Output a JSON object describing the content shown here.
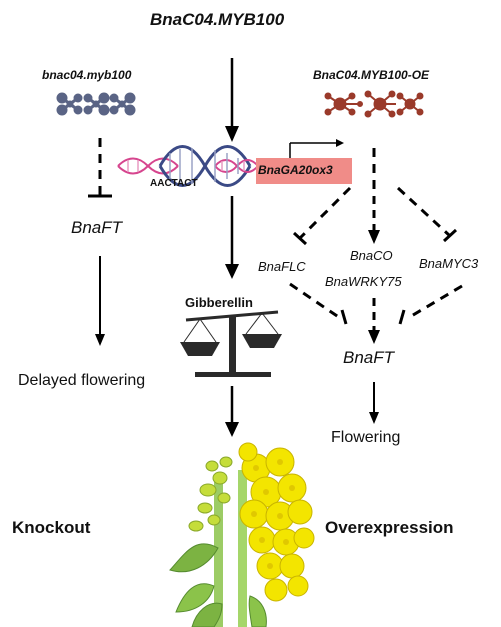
{
  "title": "BnaC04.MYB100",
  "left": {
    "header": "bnac04.myb100",
    "gene": "BnaFT",
    "outcome": "Delayed flowering",
    "section_label": "Knockout"
  },
  "right": {
    "header": "BnaC04.MYB100-OE",
    "targets": {
      "flc": "BnaFLC",
      "co": "BnaCO",
      "wrky": "BnaWRKY75",
      "myc": "BnaMYC3"
    },
    "gene": "BnaFT",
    "outcome": "Flowering",
    "section_label": "Overexpression"
  },
  "center": {
    "motif": "AACTACT",
    "promoter_gene": "BnaGA20ox3",
    "hormone": "Gibberellin"
  },
  "colors": {
    "knockout_protein": "#5a6485",
    "overexpression_protein": "#9a3a2a",
    "gene_box": "#f08c88",
    "dna_blue": "#3b4a86",
    "dna_pink": "#d6458e",
    "scale": "#2a2a2a",
    "flower_yellow": "#f3e500",
    "leaf_green": "#8bc34a"
  }
}
